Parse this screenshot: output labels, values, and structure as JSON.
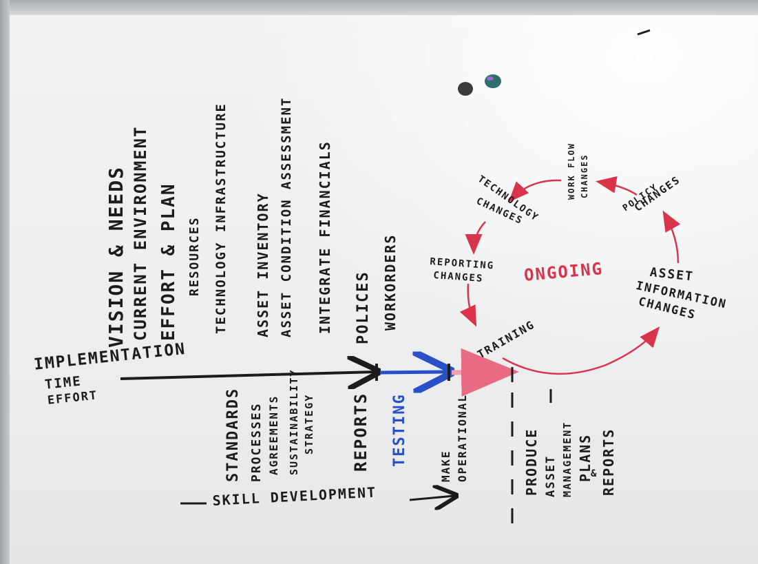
{
  "colors": {
    "black_marker": "#1c1c1c",
    "red_marker": "#d9344b",
    "blue_marker": "#2950c8",
    "pink_marker": "#efa1ad"
  },
  "axis": {
    "line1": "IMPLEMENTATION",
    "line2": "TIME",
    "line3": "EFFORT"
  },
  "upper_labels": [
    "VISION & NEEDS",
    "CURRENT ENVIRONMENT",
    "EFFORT & PLAN",
    "RESOURCES",
    "TECHNOLOGY INFRASTRUCTURE",
    "ASSET INVENTORY",
    "ASSET CONDITION ASSESSMENT",
    "INTEGRATE FINANCIALS",
    "POLICES",
    "WORKORDERS"
  ],
  "lower_labels": [
    "STANDARDS",
    "PROCESSES",
    "AGREEMENTS",
    "SUSTAINABILITY",
    "STRATEGY",
    "REPORTS",
    "TESTING",
    "MAKE",
    "OPERATIONAL",
    "PRODUCE",
    "ASSET",
    "MANAGEMENT",
    "PLANS",
    "&",
    "REPORTS"
  ],
  "skill": "SKILL DEVELOPMENT",
  "cycle": {
    "center": "ONGOING",
    "technology": [
      "TECHNOLOGY",
      "CHANGES"
    ],
    "workflow": [
      "WORK FLOW",
      "CHANGES"
    ],
    "policy": [
      "POLICY",
      "CHANGES"
    ],
    "asset_info": [
      "ASSET",
      "INFORMATION",
      "CHANGES"
    ],
    "reporting": [
      "REPORTING",
      "CHANGES"
    ],
    "training": "TRAINING"
  }
}
